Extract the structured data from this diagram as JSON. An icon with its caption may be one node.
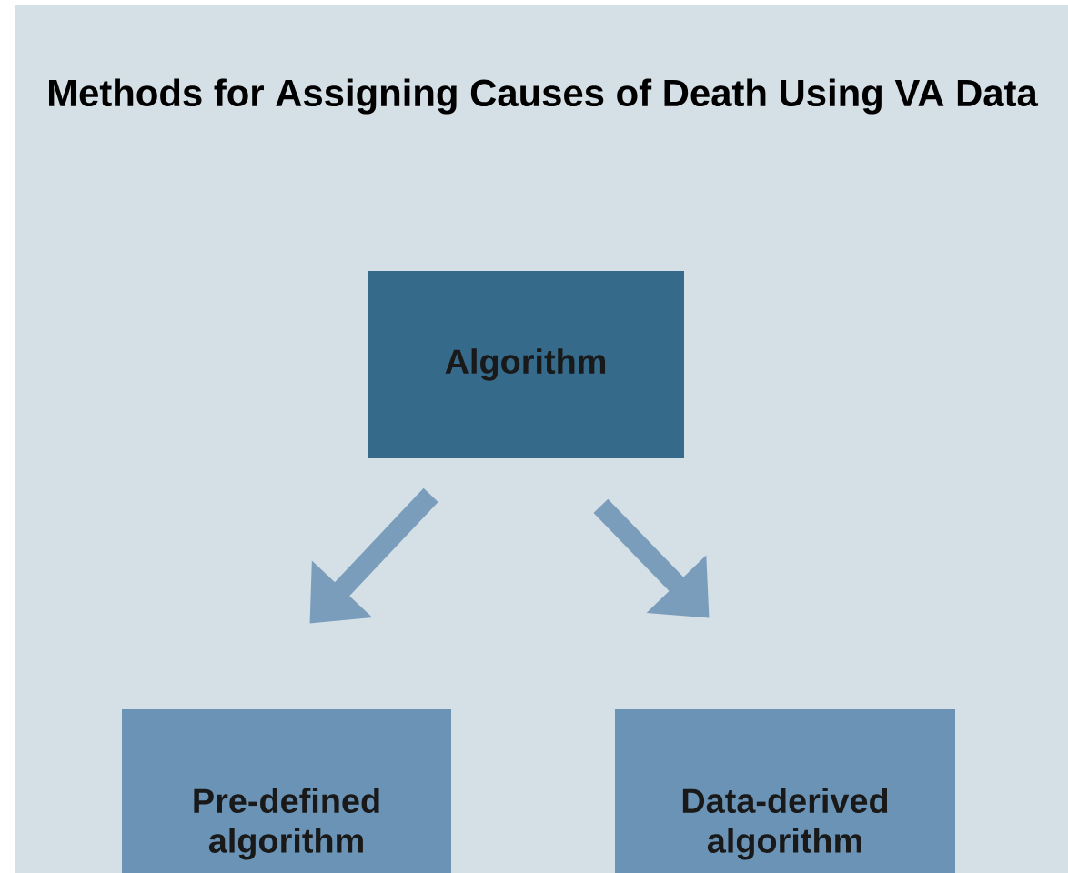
{
  "diagram": {
    "title": "Methods for Assigning Causes of Death Using VA Data",
    "nodes": [
      {
        "text": [
          "Algorithm"
        ]
      },
      {
        "text": [
          "Pre-defined algorithm"
        ]
      },
      {
        "text": [
          "Data-derived algorithm"
        ]
      }
    ],
    "edges": [
      {
        "from": 0,
        "to": 1,
        "arrow": "to"
      },
      {
        "from": 0,
        "to": 2,
        "arrow": "to"
      }
    ]
  }
}
